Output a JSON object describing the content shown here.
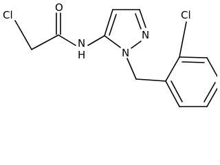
{
  "structure": {
    "atom_labels": {
      "chloro_left": "Cl",
      "carbonyl_oxygen": "O",
      "amide_nh": "N",
      "amide_h": "H",
      "pyrazole_n2": "N",
      "pyrazole_n1": "N",
      "chloro_aryl": "Cl"
    }
  }
}
